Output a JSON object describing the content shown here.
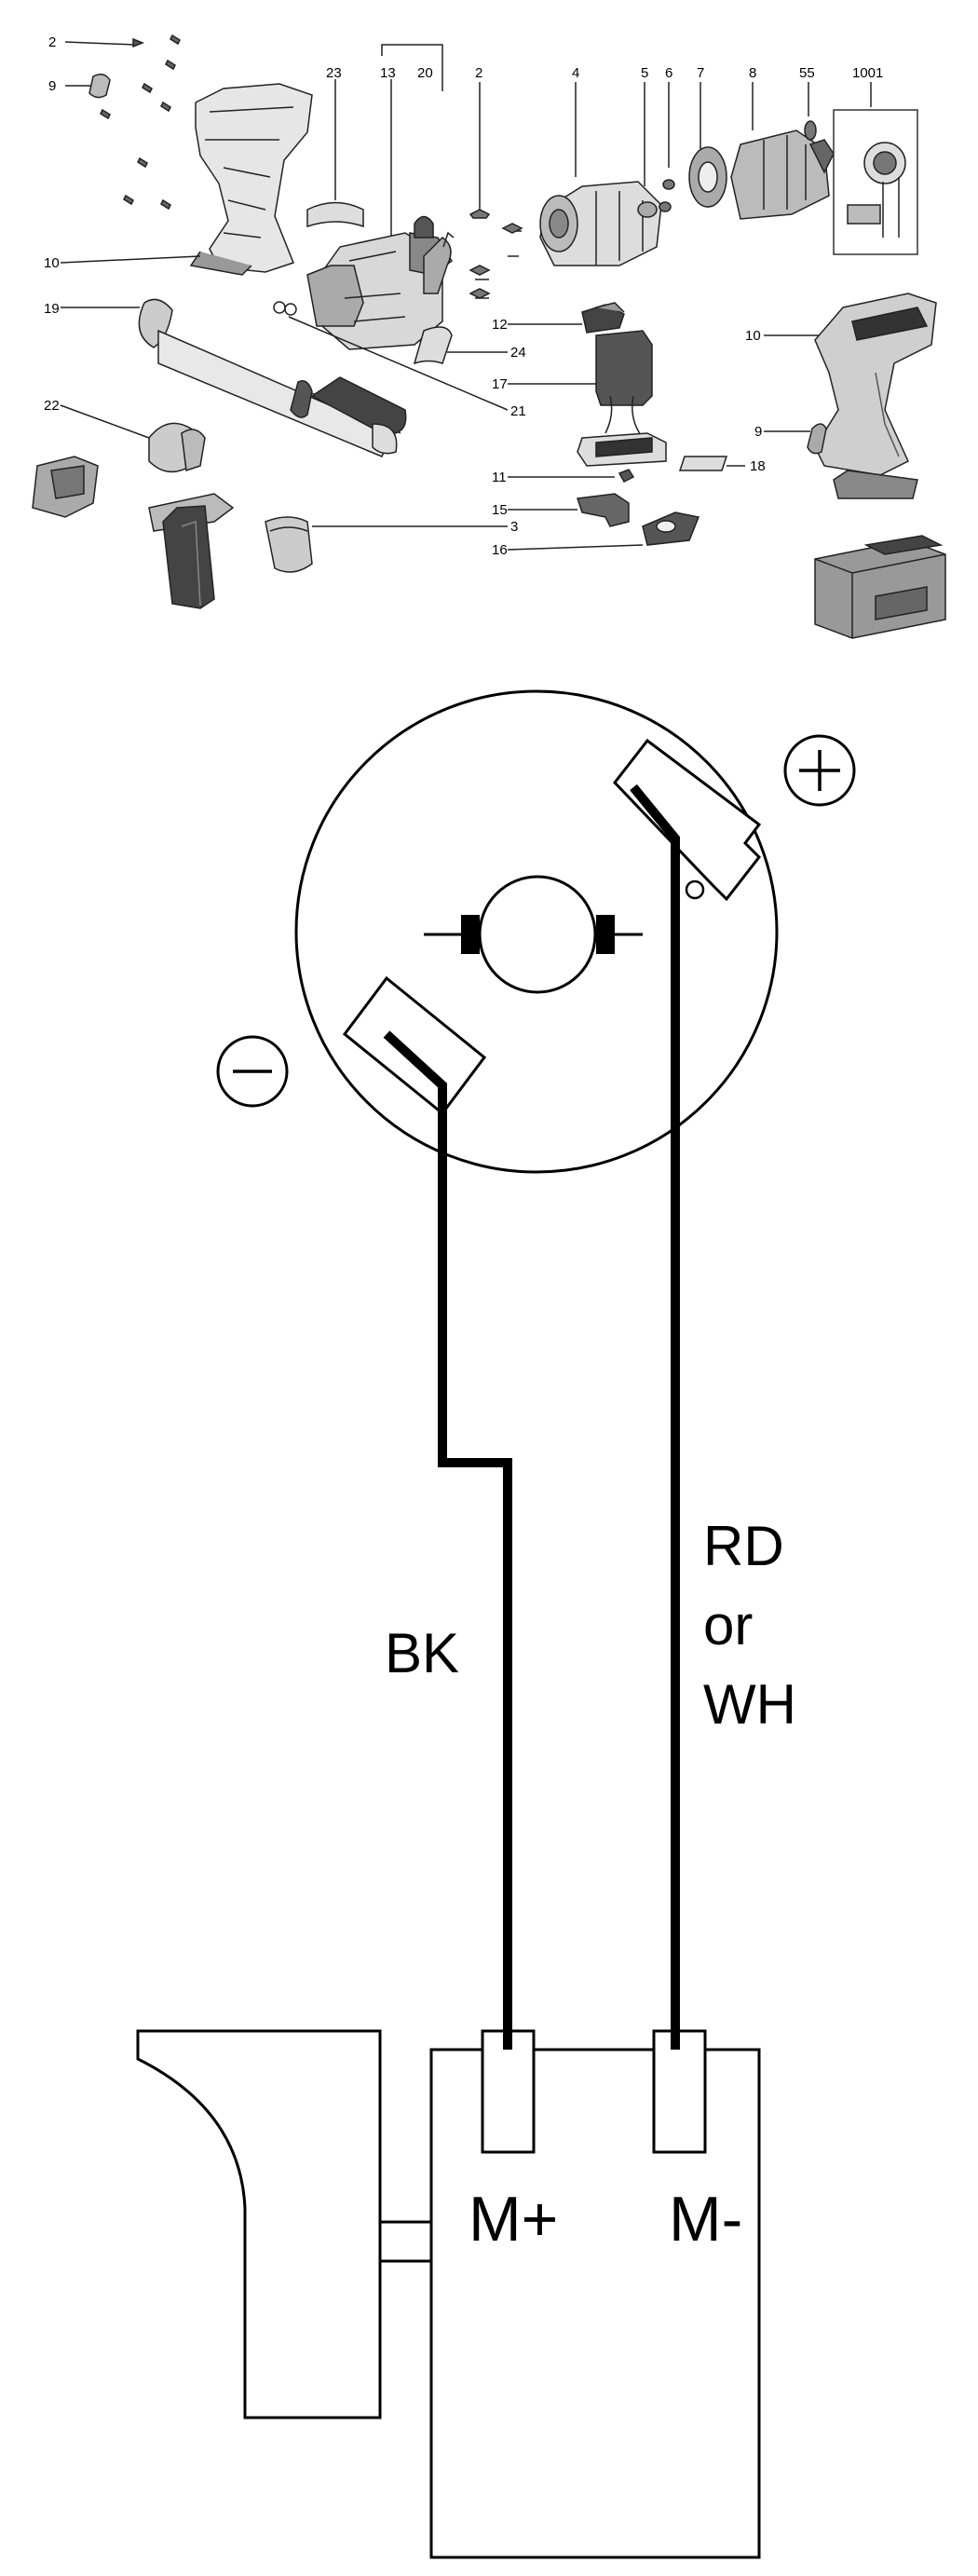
{
  "exploded_view": {
    "callouts": [
      {
        "id": "c-2a",
        "text": "2"
      },
      {
        "id": "c-9a",
        "text": "9"
      },
      {
        "id": "c-10a",
        "text": "10"
      },
      {
        "id": "c-19",
        "text": "19"
      },
      {
        "id": "c-22",
        "text": "22"
      },
      {
        "id": "c-23",
        "text": "23"
      },
      {
        "id": "c-13",
        "text": "13"
      },
      {
        "id": "c-20",
        "text": "20"
      },
      {
        "id": "c-2b",
        "text": "2"
      },
      {
        "id": "c-4",
        "text": "4"
      },
      {
        "id": "c-5",
        "text": "5"
      },
      {
        "id": "c-6",
        "text": "6"
      },
      {
        "id": "c-7",
        "text": "7"
      },
      {
        "id": "c-8",
        "text": "8"
      },
      {
        "id": "c-55",
        "text": "55"
      },
      {
        "id": "c-1001",
        "text": "1001"
      },
      {
        "id": "c-12",
        "text": "12"
      },
      {
        "id": "c-17",
        "text": "17"
      },
      {
        "id": "c-24",
        "text": "24"
      },
      {
        "id": "c-21",
        "text": "21"
      },
      {
        "id": "c-10b",
        "text": "10"
      },
      {
        "id": "c-9b",
        "text": "9"
      },
      {
        "id": "c-18",
        "text": "18"
      },
      {
        "id": "c-11",
        "text": "11"
      },
      {
        "id": "c-15",
        "text": "15"
      },
      {
        "id": "c-3",
        "text": "3"
      },
      {
        "id": "c-16",
        "text": "16"
      }
    ]
  },
  "wiring": {
    "motor_negative_symbol": "−",
    "motor_positive_symbol": "+",
    "wire_left_label": "BK",
    "wire_right_label_line1": "RD",
    "wire_right_label_line2": "or",
    "wire_right_label_line3": "WH",
    "switch_terminal_left": "M+",
    "switch_terminal_right": "M-"
  }
}
